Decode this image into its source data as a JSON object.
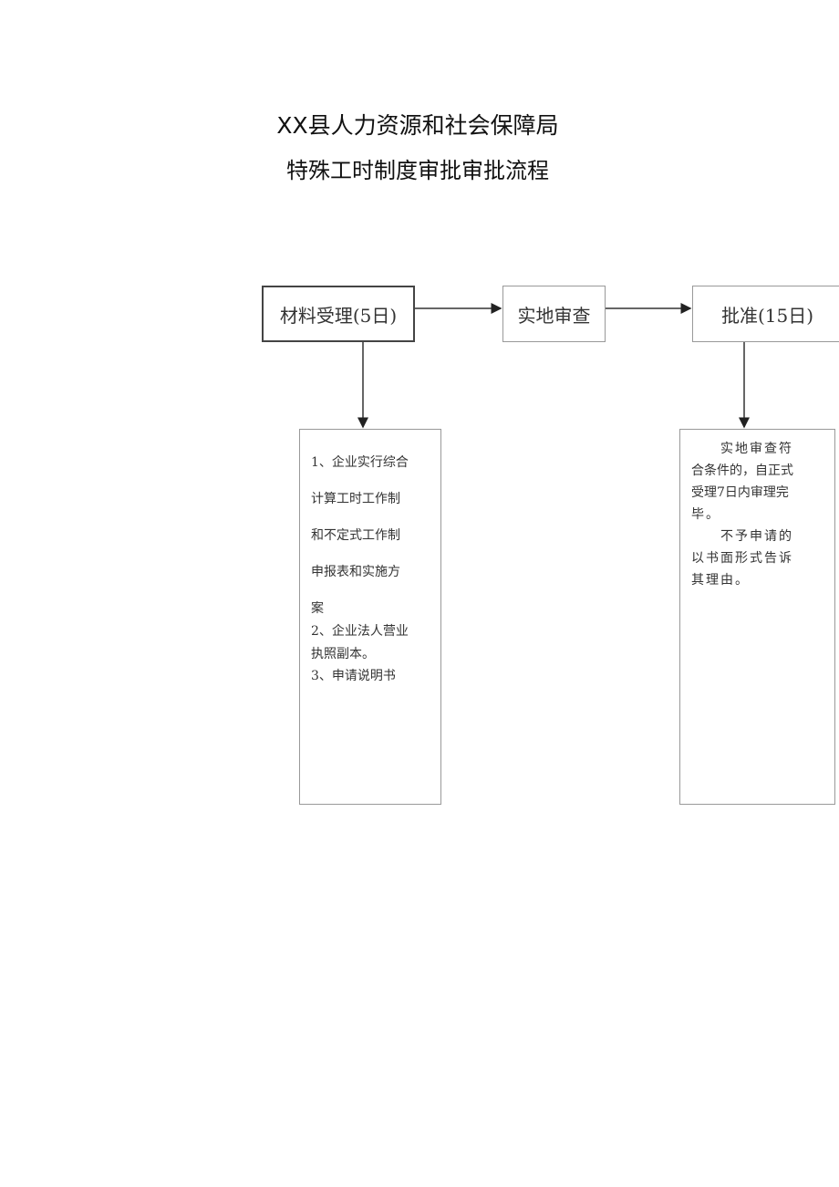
{
  "title": {
    "line1": "XX县人力资源和社会保障局",
    "line2": "特殊工时制度审批审批流程"
  },
  "flow": {
    "step1": "材料受理(5日)",
    "step2": "实地审查",
    "step3": "批准(15日)"
  },
  "notes": {
    "materials": [
      "1、企业实行综合",
      "计算工时工作制",
      "和不定式工作制",
      "申报表和实施方",
      "案",
      "2、企业法人营业",
      "执照副本。",
      "3、申请说明书"
    ],
    "approval": [
      "实地审查符",
      "合条件的，自正式",
      "受理7日内审理完",
      "毕。",
      "不予申请的",
      "以书面形式告诉",
      "其理由。"
    ]
  }
}
